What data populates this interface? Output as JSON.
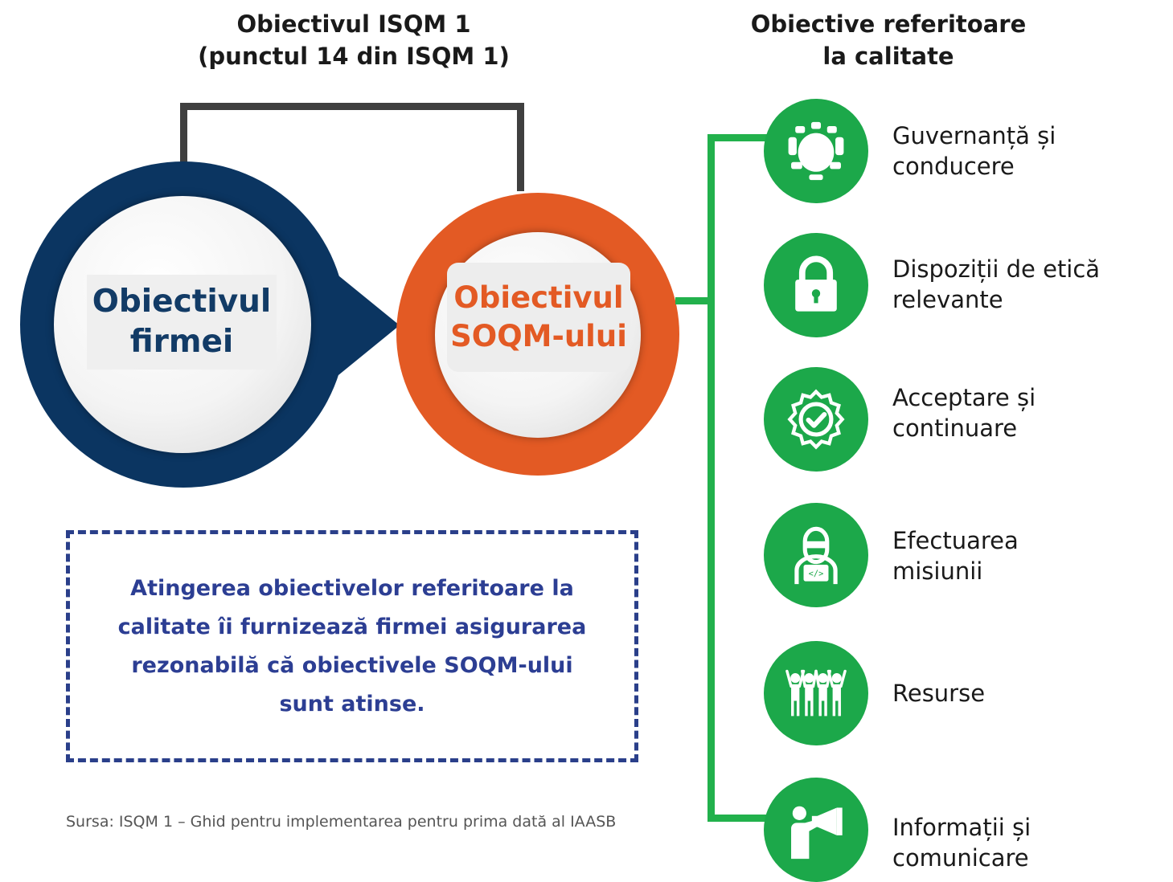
{
  "left_header": {
    "line1": "Obiectivul ISQM 1",
    "line2": "(punctul 14 din ISQM 1)"
  },
  "right_header": {
    "line1": "Obiective referitoare",
    "line2": "la calitate"
  },
  "firm_objective": {
    "line1": "Obiectivul",
    "line2": "firmei"
  },
  "soqm_objective": {
    "line1": "Obiectivul",
    "line2": "SOQM-ului"
  },
  "statement": {
    "line1": "Atingerea obiectivelor referitoare la",
    "line2": "calitate îi furnizează firmei asigurarea",
    "line3": "rezonabilă că obiectivele SOQM-ului",
    "line4": "sunt atinse."
  },
  "source": "Sursa: ISQM 1 – Ghid pentru implementarea pentru prima dată al IAASB",
  "quality_objectives": [
    {
      "icon": "meeting-table-icon",
      "line1": "Guvernanță și",
      "line2": "conducere"
    },
    {
      "icon": "padlock-icon",
      "line1": "Dispoziții de etică",
      "line2": "relevante"
    },
    {
      "icon": "check-badge-icon",
      "line1": "Acceptare și",
      "line2": "continuare"
    },
    {
      "icon": "person-laptop-icon",
      "line1": "Efectuarea",
      "line2": "misiunii"
    },
    {
      "icon": "people-group-icon",
      "line1": "Resurse",
      "line2": ""
    },
    {
      "icon": "megaphone-speaker-icon",
      "line1": "Informații și comunicare",
      "line2": ""
    }
  ],
  "colors": {
    "navy": "#0b3561",
    "orange": "#e35a24",
    "green": "#1ca84a",
    "connector": "#3f3f3f",
    "statement_text": "#2c3e93"
  }
}
